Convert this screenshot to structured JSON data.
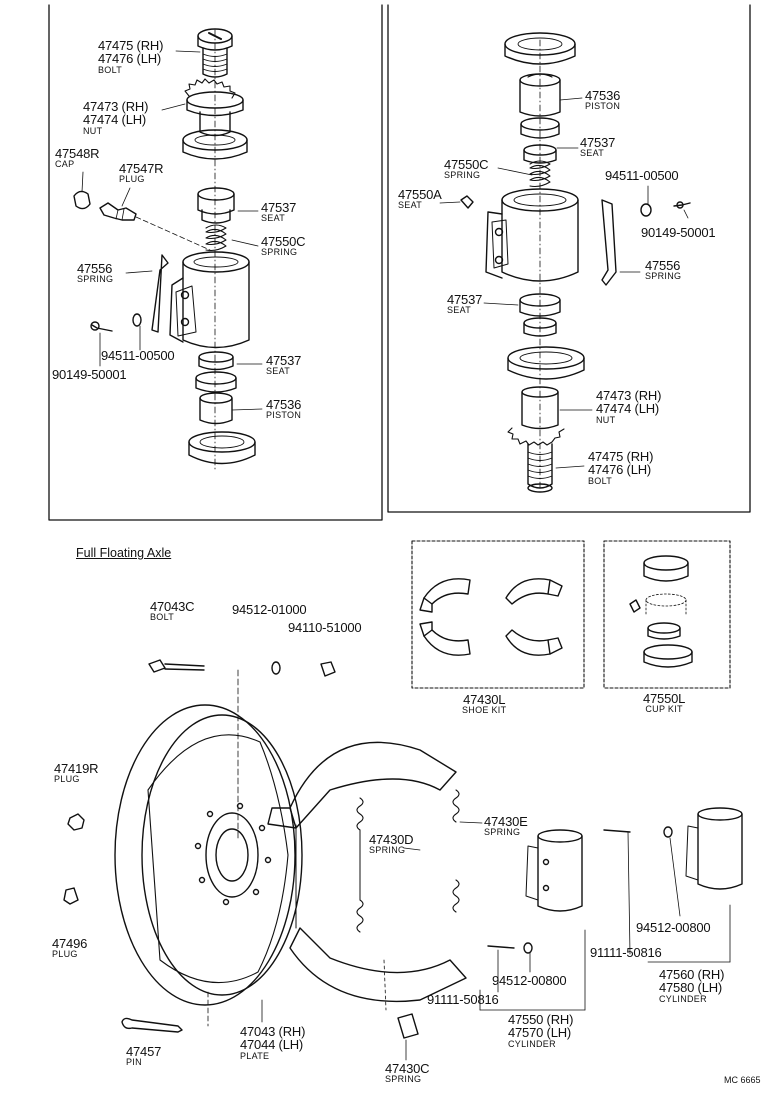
{
  "diagram_code": "MC 6665",
  "section_title": "Full Floating Axle",
  "labels": {
    "l_bolt": {
      "line1": "47475 (RH)",
      "line2": "47476 (LH)",
      "name": "BOLT"
    },
    "l_nut": {
      "line1": "47473 (RH)",
      "line2": "47474 (LH)",
      "name": "NUT"
    },
    "l_cap": {
      "part": "47548R",
      "name": "CAP"
    },
    "l_plug": {
      "part": "47547R",
      "name": "PLUG"
    },
    "l_seat_a": {
      "part": "47537",
      "name": "SEAT"
    },
    "l_spring_c": {
      "part": "47550C",
      "name": "SPRING"
    },
    "l_spring_556": {
      "part": "47556",
      "name": "SPRING"
    },
    "l_washer": {
      "part": "94511-00500"
    },
    "l_screw": {
      "part": "90149-50001"
    },
    "l_seat_b": {
      "part": "47537",
      "name": "SEAT"
    },
    "l_piston": {
      "part": "47536",
      "name": "PISTON"
    }
  },
  "right_labels": {
    "r_piston": {
      "part": "47536",
      "name": "PISTON"
    },
    "r_seat_a": {
      "part": "47537",
      "name": "SEAT"
    },
    "r_spring_c": {
      "part": "47550C",
      "name": "SPRING"
    },
    "r_seat_550a": {
      "part": "47550A",
      "name": "SEAT"
    },
    "r_washer": {
      "part": "94511-00500"
    },
    "r_screw": {
      "part": "90149-50001"
    },
    "r_spring_556": {
      "part": "47556",
      "name": "SPRING"
    },
    "r_seat_b": {
      "part": "47537",
      "name": "SEAT"
    },
    "r_nut": {
      "line1": "47473 (RH)",
      "line2": "47474 (LH)",
      "name": "NUT"
    },
    "r_bolt": {
      "line1": "47475 (RH)",
      "line2": "47476 (LH)",
      "name": "BOLT"
    }
  },
  "lower_labels": {
    "bolt_043c": {
      "part": "47043C",
      "name": "BOLT"
    },
    "w_01000": {
      "part": "94512-01000"
    },
    "n_51000": {
      "part": "94110-51000"
    },
    "shoe_kit": {
      "part": "47430L",
      "name": "SHOE KIT"
    },
    "cup_kit": {
      "part": "47550L",
      "name": "CUP KIT"
    },
    "plug_419r": {
      "part": "47419R",
      "name": "PLUG"
    },
    "spring_430e": {
      "part": "47430E",
      "name": "SPRING"
    },
    "spring_430d": {
      "part": "47430D",
      "name": "SPRING"
    },
    "plug_496": {
      "part": "47496",
      "name": "PLUG"
    },
    "w_00800_r": {
      "part": "94512-00800"
    },
    "b_50816_r": {
      "part": "91111-50816"
    },
    "cyl_560": {
      "line1": "47560 (RH)",
      "line2": "47580 (LH)",
      "name": "CYLINDER"
    },
    "w_00800_m": {
      "part": "94512-00800"
    },
    "b_50816_m": {
      "part": "91111-50816"
    },
    "cyl_550": {
      "line1": "47550 (RH)",
      "line2": "47570 (LH)",
      "name": "CYLINDER"
    },
    "pin_457": {
      "part": "47457",
      "name": "PIN"
    },
    "plate_043": {
      "line1": "47043 (RH)",
      "line2": "47044 (LH)",
      "name": "PLATE"
    },
    "spring_430c": {
      "part": "47430C",
      "name": "SPRING"
    }
  }
}
